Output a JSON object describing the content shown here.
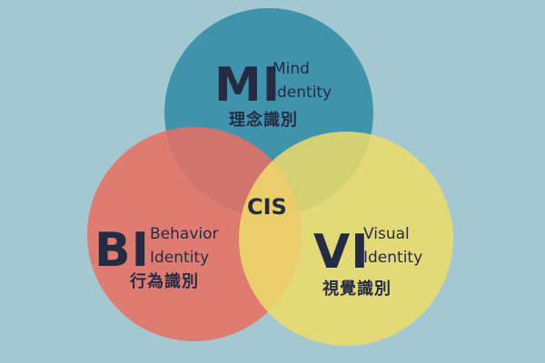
{
  "diagram": {
    "center": "CIS",
    "circles": [
      {
        "id": "mi",
        "abbr": "MI",
        "line1": "Mind",
        "line2": "Identity",
        "zh": "理念識別",
        "color": "#2f8aa6"
      },
      {
        "id": "bi",
        "abbr": "BI",
        "line1": "Behavior",
        "line2": "Identity",
        "zh": "行為識別",
        "color": "#ea6f61"
      },
      {
        "id": "vi",
        "abbr": "VI",
        "line1": "Visual",
        "line2": "Identity",
        "zh": "視覺識別",
        "color": "#eedc6a"
      }
    ]
  },
  "colors": {
    "background": "#a4c8d1",
    "text": "#262b44"
  }
}
